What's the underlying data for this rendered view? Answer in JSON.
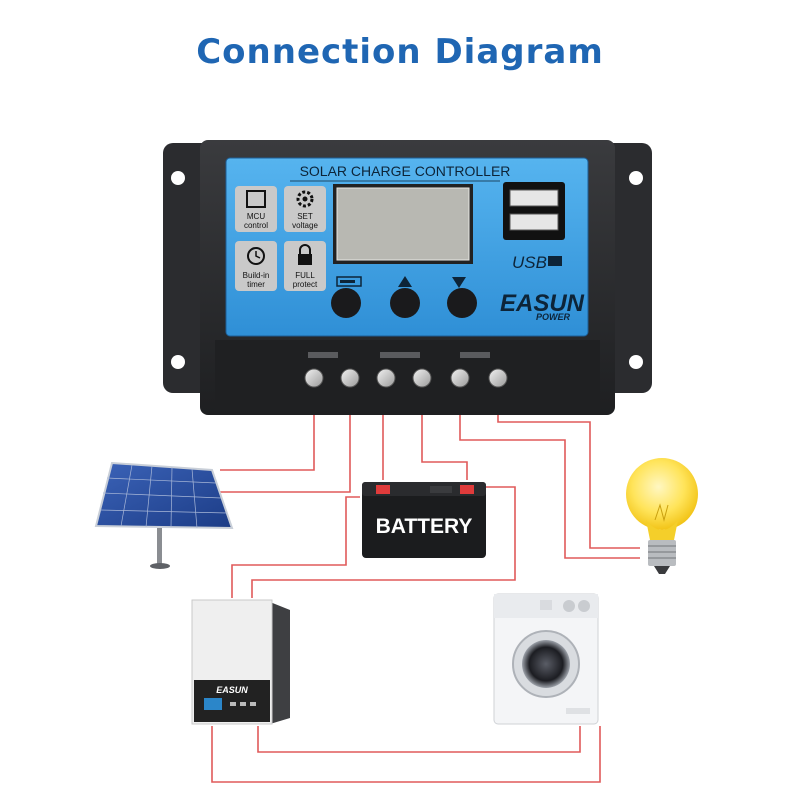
{
  "title": "Connection Diagram",
  "controller": {
    "header_text": "SOLAR CHARGE CONTROLLER",
    "features": [
      {
        "label_line1": "MCU",
        "label_line2": "control",
        "icon": "chip-icon"
      },
      {
        "label_line1": "SET",
        "label_line2": "voltage",
        "icon": "gear-icon"
      },
      {
        "label_line1": "Build-in",
        "label_line2": "timer",
        "icon": "clock-icon"
      },
      {
        "label_line1": "FULL",
        "label_line2": "protect",
        "icon": "lock-icon"
      }
    ],
    "usb_label": "USB",
    "brand_line1": "EASUN",
    "brand_line2": "POWER",
    "buttons": [
      "battery-menu-button",
      "up-button",
      "down-button"
    ]
  },
  "battery": {
    "label": "BATTERY"
  },
  "inverter": {
    "brand": "EASUN"
  },
  "colors": {
    "title": "#1f66b3",
    "panel_blue": "#3ea0e6",
    "wire": "#e05a5a",
    "housing": "#2a2b2d"
  }
}
